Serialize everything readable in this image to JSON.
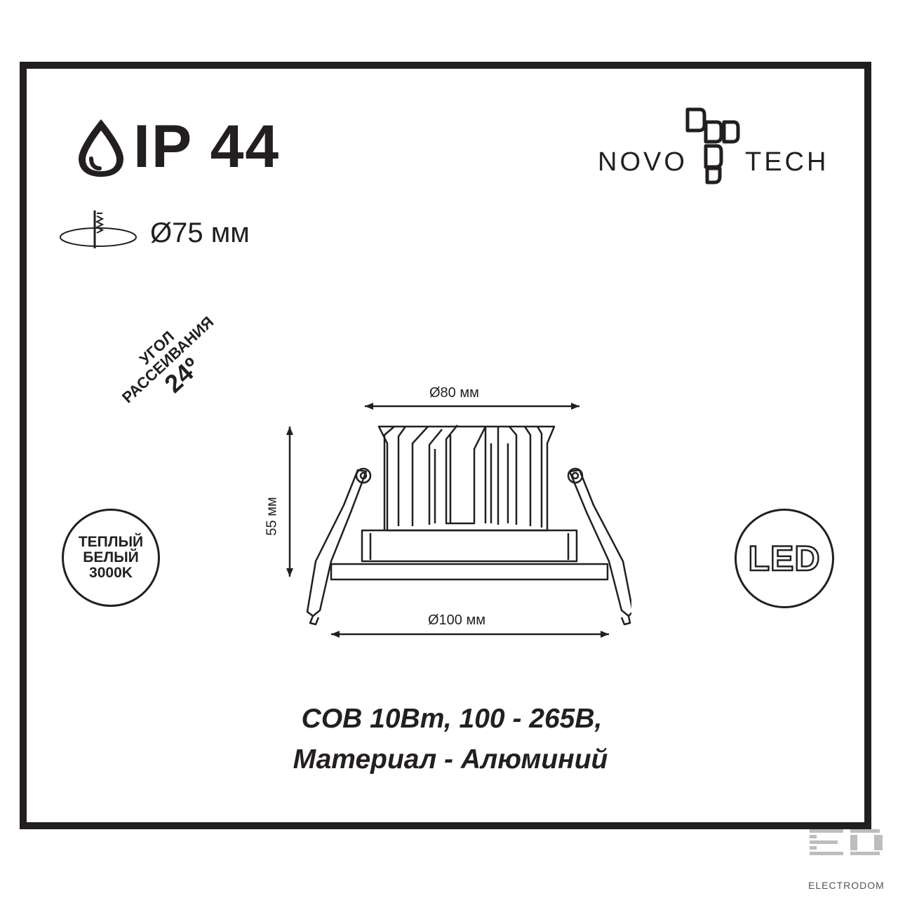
{
  "protection": {
    "rating": "IP 44",
    "icon": "water-drop-icon"
  },
  "cutout": {
    "diameter": "Ø75 мм",
    "icon": "ceiling-cutout-icon"
  },
  "brand": {
    "left": "NOVO",
    "right": "TECH"
  },
  "beam_angle": {
    "line1": "УГОЛ",
    "line2": "РАССЕИВАНИЯ",
    "value": "24º"
  },
  "color_temp": {
    "line1": "ТЕПЛЫЙ",
    "line2": "БЕЛЫЙ",
    "line3": "3000K"
  },
  "led_badge": "LED",
  "dimensions": {
    "top_diameter": "Ø80 мм",
    "height": "55 мм",
    "bottom_diameter": "Ø100 мм"
  },
  "specs": {
    "line1": "COB 10Вт, 100 - 265В,",
    "line2": "Материал - Алюминий"
  },
  "watermark": "ELECTRODOM",
  "colors": {
    "ink": "#231f20",
    "background": "#ffffff"
  }
}
